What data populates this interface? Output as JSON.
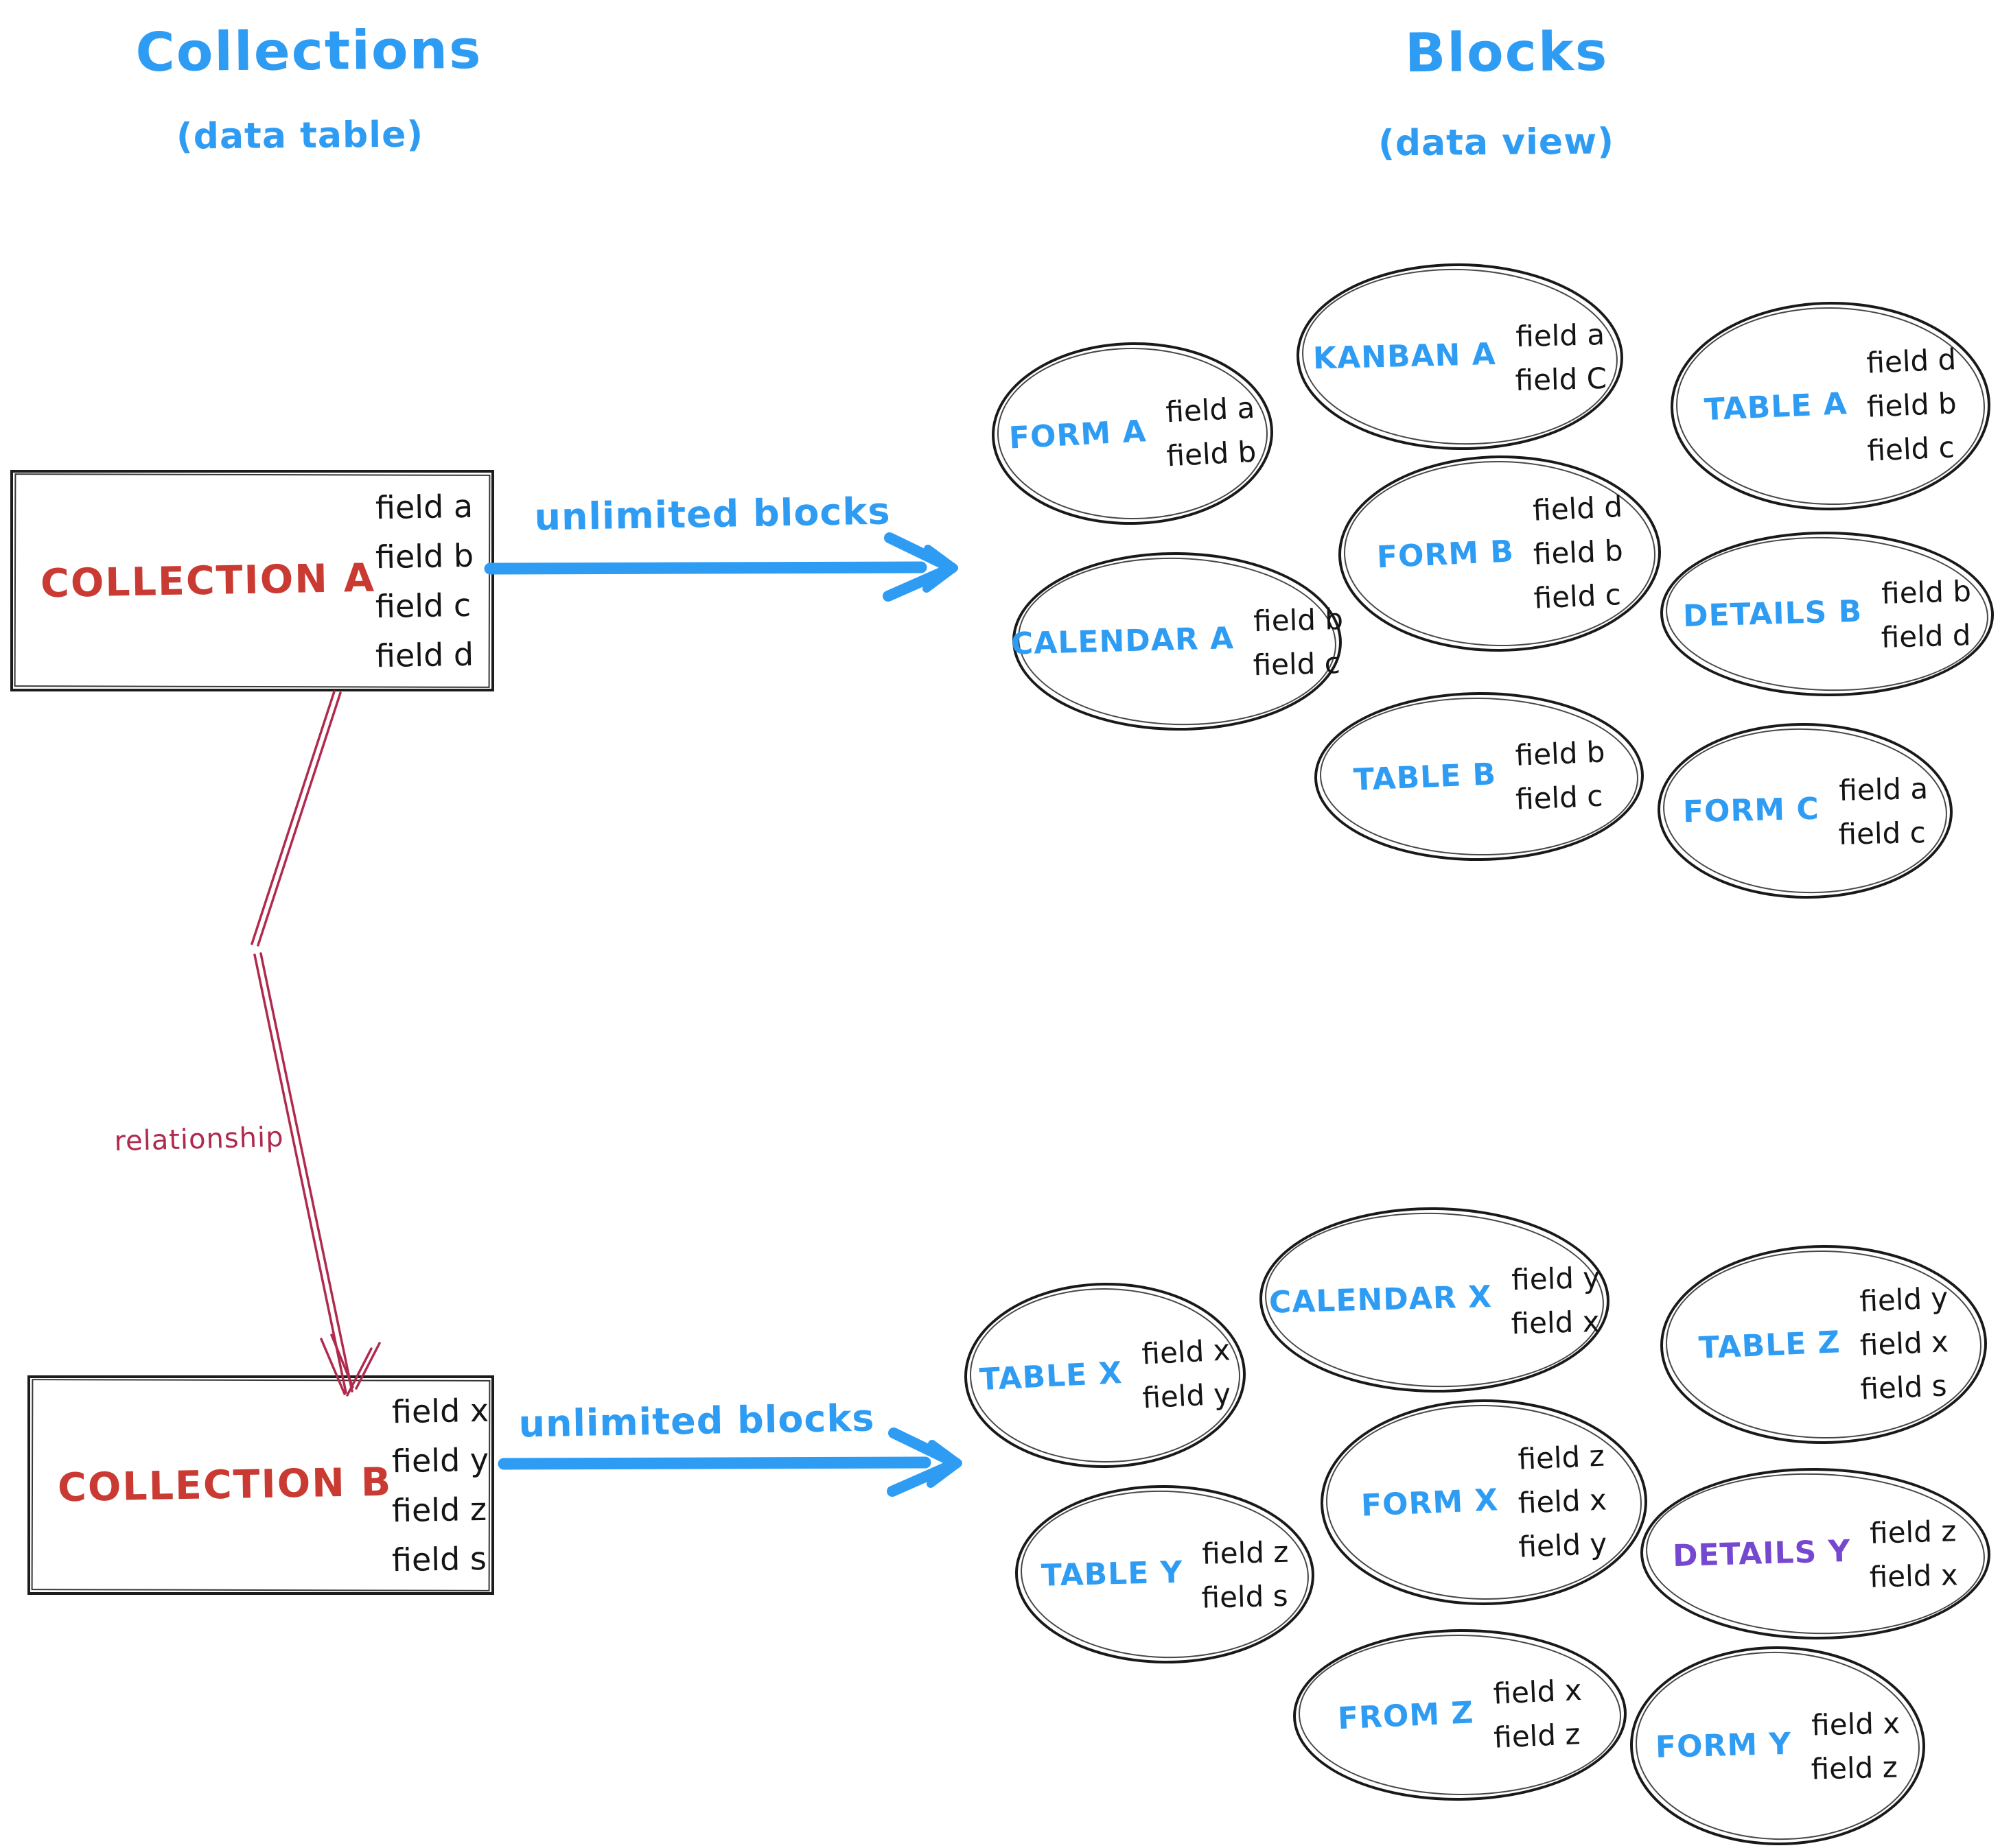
{
  "titles": {
    "left": {
      "title": "Collections",
      "subtitle": "(data table)"
    },
    "right": {
      "title": "Blocks",
      "subtitle": "(data view)"
    }
  },
  "collections": [
    {
      "label": "COLLECTION A",
      "fields": [
        "field a",
        "field b",
        "field c",
        "field d"
      ]
    },
    {
      "label": "COLLECTION B",
      "fields": [
        "field x",
        "field y",
        "field z",
        "field s"
      ]
    }
  ],
  "arrows": {
    "top_label": "unlimited blocks",
    "bottom_label": "unlimited blocks",
    "relationship_label": "relationship"
  },
  "blocks_a": [
    {
      "label": "FORM A",
      "fields": [
        "field a",
        "field b"
      ]
    },
    {
      "label": "KANBAN A",
      "fields": [
        "field a",
        "field C"
      ]
    },
    {
      "label": "TABLE A",
      "fields": [
        "field d",
        "field b",
        "field c"
      ]
    },
    {
      "label": "CALENDAR A",
      "fields": [
        "field b",
        "field c"
      ]
    },
    {
      "label": "FORM B",
      "fields": [
        "field d",
        "field b",
        "field c"
      ]
    },
    {
      "label": "DETAILS B",
      "fields": [
        "field b",
        "field d"
      ]
    },
    {
      "label": "TABLE B",
      "fields": [
        "field b",
        "field c"
      ]
    },
    {
      "label": "FORM C",
      "fields": [
        "field a",
        "field c"
      ]
    }
  ],
  "blocks_b": [
    {
      "label": "TABLE X",
      "fields": [
        "field x",
        "field y"
      ]
    },
    {
      "label": "CALENDAR X",
      "fields": [
        "field y",
        "field x"
      ]
    },
    {
      "label": "TABLE Z",
      "fields": [
        "field y",
        "field x",
        "field s"
      ]
    },
    {
      "label": "TABLE Y",
      "fields": [
        "field z",
        "field s"
      ]
    },
    {
      "label": "FORM X",
      "fields": [
        "field z",
        "field x",
        "field y"
      ]
    },
    {
      "label": "DETAILS Y",
      "fields": [
        "field z",
        "field x"
      ]
    },
    {
      "label": "FROM Z",
      "fields": [
        "field x",
        "field z"
      ]
    },
    {
      "label": "FORM Y",
      "fields": [
        "field x",
        "field z"
      ]
    }
  ],
  "colors": {
    "accent_blue": "#2f9cf4",
    "collection_red": "#c93a32",
    "relationship_crimson": "#b02a4e",
    "details_y_purple": "#7548cf",
    "ink_black": "#191919"
  }
}
